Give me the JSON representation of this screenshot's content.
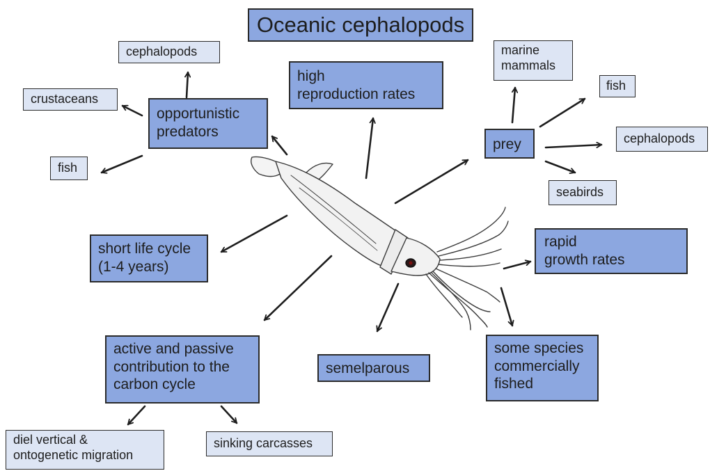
{
  "title": "Oceanic cephalopods",
  "nodes": {
    "opportunistic_predators": [
      "opportunistic",
      "predators"
    ],
    "high_reproduction": [
      "high",
      "reproduction rates"
    ],
    "prey": [
      "prey"
    ],
    "short_life_cycle": [
      "short life cycle",
      "(1-4 years)"
    ],
    "rapid_growth": [
      "rapid",
      "growth rates"
    ],
    "carbon_cycle": [
      "active and passive",
      "contribution to the",
      "carbon cycle"
    ],
    "semelparous": [
      "semelparous"
    ],
    "commercially_fished": [
      "some species",
      "commercially",
      "fished"
    ]
  },
  "leaves": {
    "pred_cephalopods": "cephalopods",
    "pred_crustaceans": "crustaceans",
    "pred_fish": "fish",
    "prey_marine_mammals": [
      "marine",
      "mammals"
    ],
    "prey_fish": "fish",
    "prey_cephalopods": "cephalopods",
    "prey_seabirds": "seabirds",
    "diel_migration": [
      "diel vertical &",
      "ontogenetic migration"
    ],
    "sinking_carcasses": "sinking carcasses"
  },
  "colors": {
    "primary_box": "#8ca7e0",
    "secondary_box": "#dde5f4",
    "outline": "#2a2a2a"
  }
}
